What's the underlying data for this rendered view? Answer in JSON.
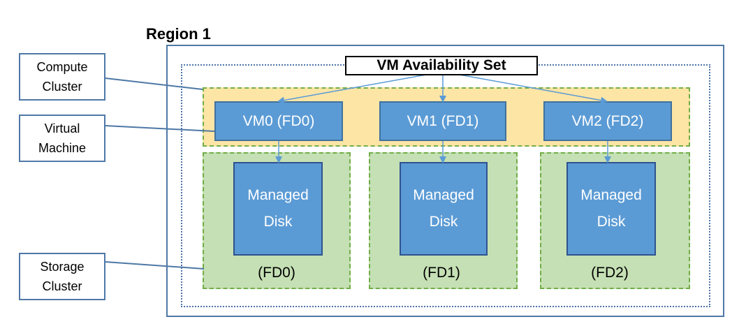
{
  "region": {
    "title": "Region 1"
  },
  "availability_set": {
    "label": "VM Availability Set"
  },
  "vms": [
    {
      "label": "VM0 (FD0)"
    },
    {
      "label": "VM1 (FD1)"
    },
    {
      "label": "VM2 (FD2)"
    }
  ],
  "storage": [
    {
      "disk_line1": "Managed",
      "disk_line2": "Disk",
      "fd_label": "(FD0)"
    },
    {
      "disk_line1": "Managed",
      "disk_line2": "Disk",
      "fd_label": "(FD1)"
    },
    {
      "disk_line1": "Managed",
      "disk_line2": "Disk",
      "fd_label": "(FD2)"
    }
  ],
  "callouts": {
    "compute": {
      "line1": "Compute",
      "line2": "Cluster"
    },
    "vm": {
      "line1": "Virtual",
      "line2": "Machine"
    },
    "storage": {
      "line1": "Storage",
      "line2": "Cluster"
    }
  },
  "colors": {
    "compute_fill": "#fde5a6",
    "storage_fill": "#c5e0b4",
    "box_fill": "#5b9bd5",
    "dashed_border": "#71ad47",
    "outline": "#4e78a6"
  }
}
